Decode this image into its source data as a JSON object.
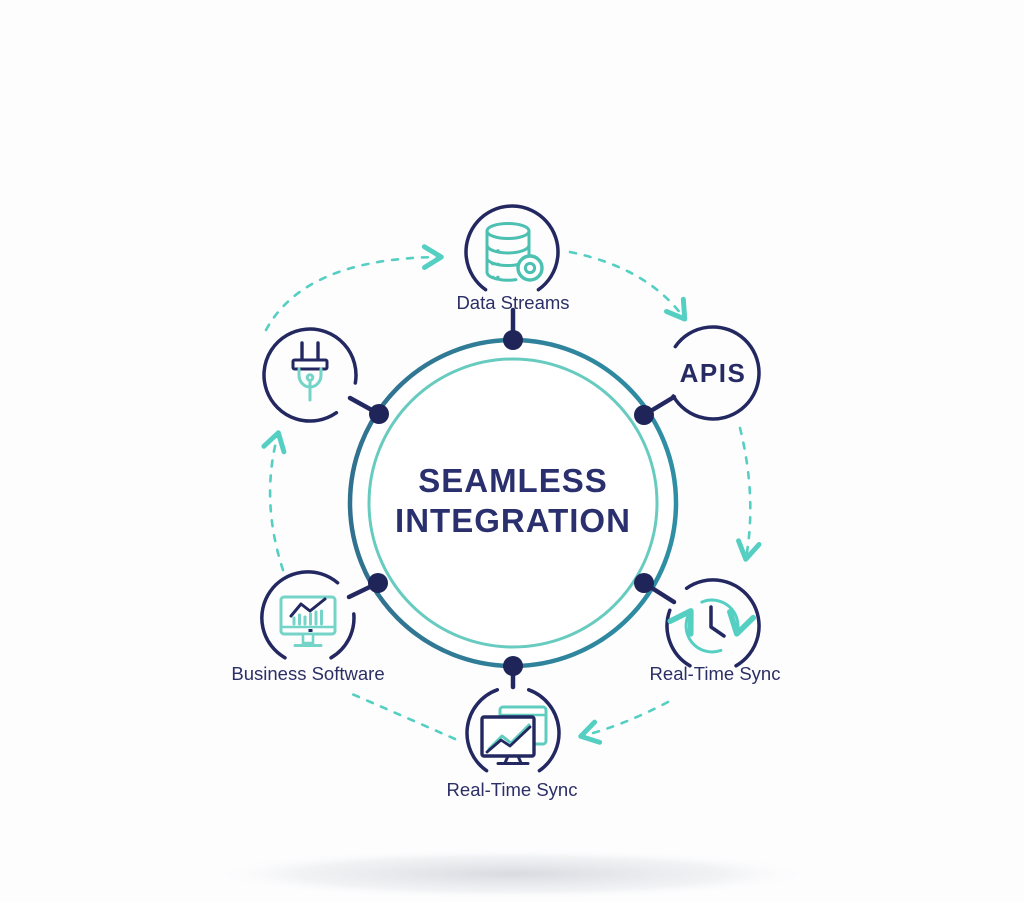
{
  "center": {
    "title_line1": "SEAMLESS",
    "title_line2": "INTEGRATION"
  },
  "nodes": {
    "data_streams": {
      "label": "Data Streams",
      "icon": "database-icon"
    },
    "apis": {
      "label": "APIS",
      "icon": "text-only"
    },
    "plug": {
      "label": "",
      "icon": "plug-icon"
    },
    "business_software": {
      "label": "Business Software",
      "icon": "monitor-chart-icon"
    },
    "sync_right": {
      "label": "Real-Time Sync",
      "icon": "clock-cycle-icon"
    },
    "sync_bottom": {
      "label": "Real-Time Sync",
      "icon": "monitor-windows-icon"
    }
  },
  "colors": {
    "navy": "#232861",
    "text_navy": "#2a2f6e",
    "ring_outer_blue": "#31718f",
    "ring_outer_teal": "#2e8fa4",
    "ring_inner_teal": "#67cbbf",
    "icon_teal": "#4cc0b1",
    "icon_teal_light": "#74d4c7",
    "arrow_teal": "#54cfc2"
  }
}
